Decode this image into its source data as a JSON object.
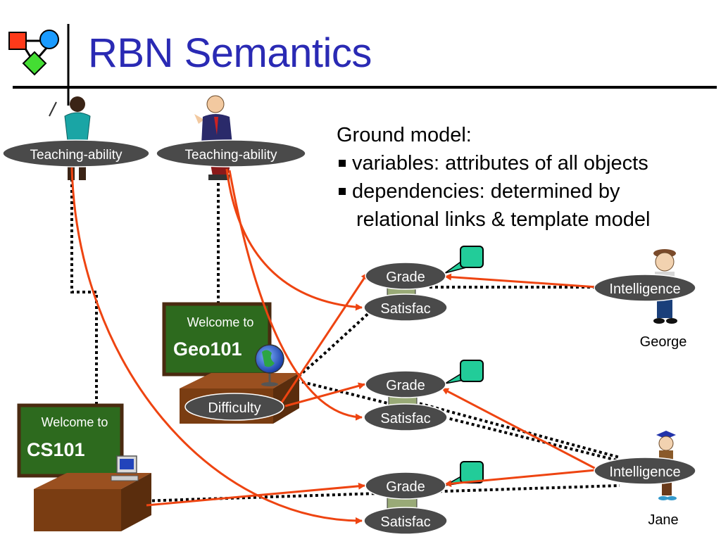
{
  "title": "RBN Semantics",
  "ground_model": {
    "heading": "Ground model:",
    "bullet_1": "variables: attributes of all objects",
    "bullet_2": "dependencies: determined by",
    "bullet_2_cont": "relational links & template model"
  },
  "professors": [
    {
      "node": "Teaching-ability"
    },
    {
      "node": "Teaching-ability"
    }
  ],
  "courses": [
    {
      "sign_line1": "Welcome to",
      "sign_line2": "Geo101",
      "node": "Difficulty"
    },
    {
      "sign_line1": "Welcome to",
      "sign_line2": "CS101"
    }
  ],
  "students": [
    {
      "name": "George",
      "node": "Intelligence"
    },
    {
      "name": "Jane",
      "node": "Intelligence"
    }
  ],
  "registrations": [
    {
      "grade": "Grade",
      "satisfac": "Satisfac"
    },
    {
      "grade": "Grade",
      "satisfac": "Satisfac"
    },
    {
      "grade": "Grade",
      "satisfac": "Satisfac"
    }
  ],
  "colors": {
    "title": "#2a2ab4",
    "arrow": "#ee4411",
    "node_fill": "#4a4a4a",
    "node_text": "#ffffff",
    "sign_board": "#2d6a1e",
    "desk": "#7a3d12",
    "bubble": "#22cc99"
  }
}
